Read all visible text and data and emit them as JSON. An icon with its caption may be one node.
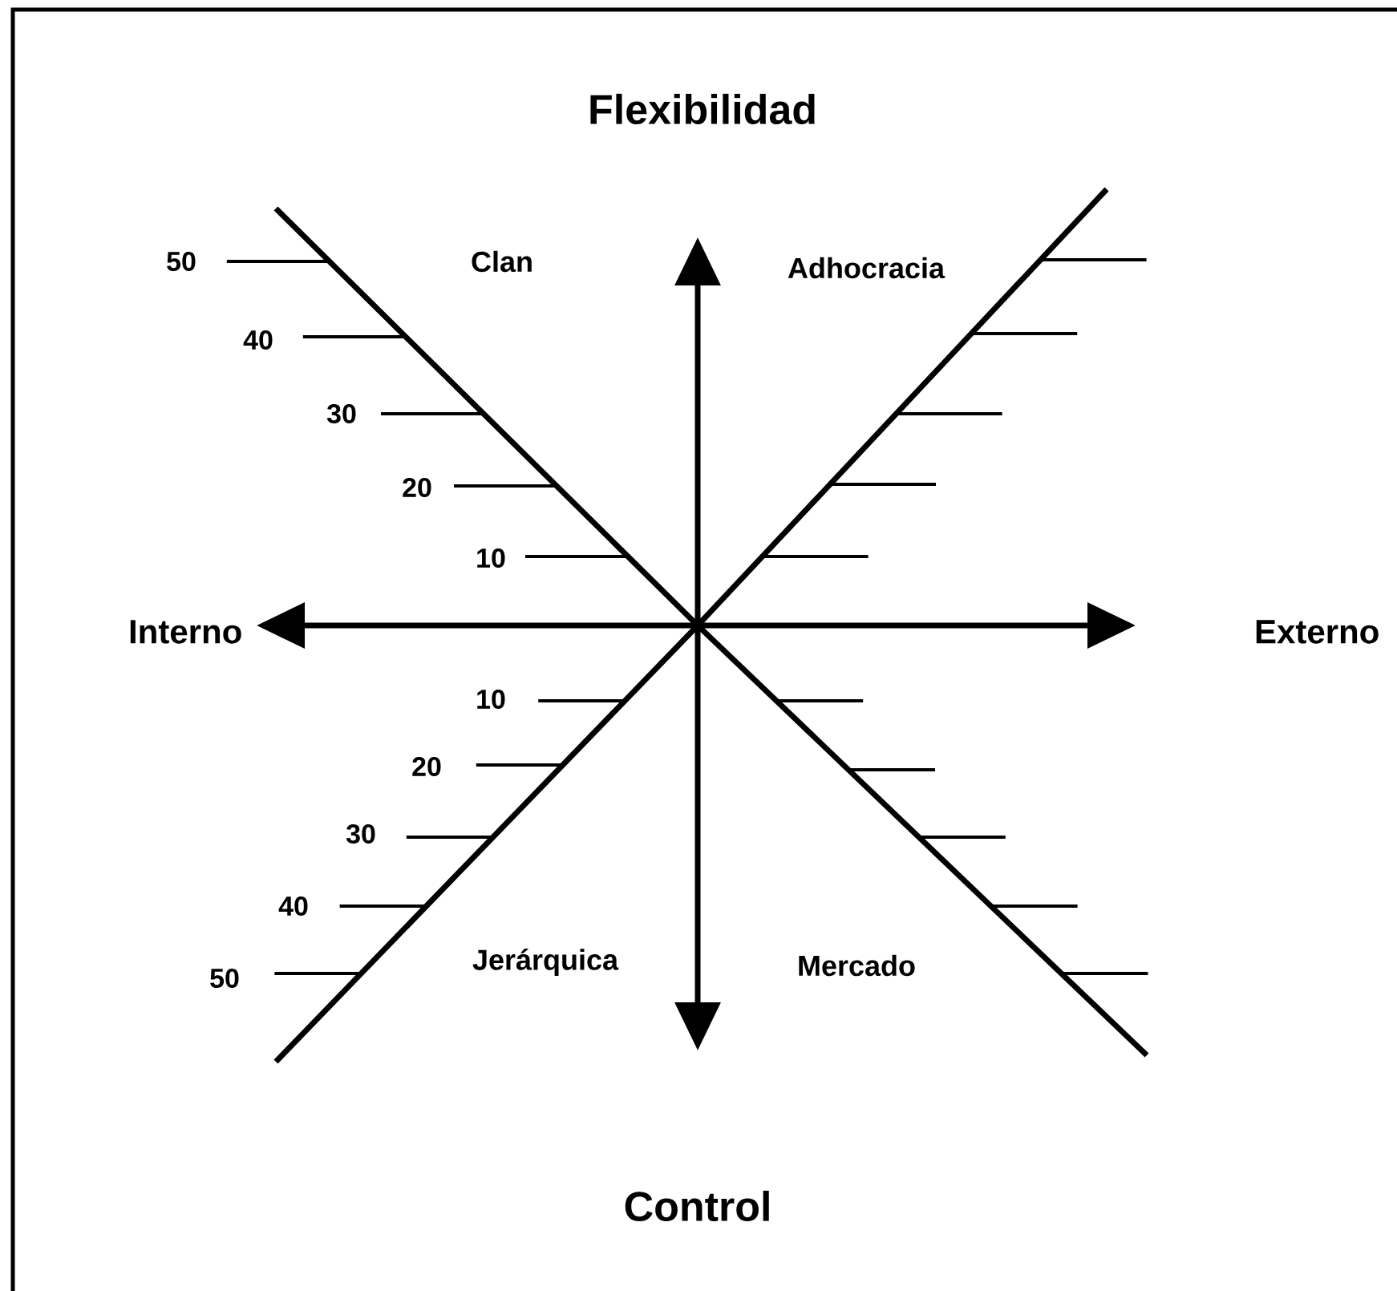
{
  "diagram": {
    "labels": [
      "Flexibilidad",
      "50",
      "Clan",
      "Adhocracia",
      "40",
      "Interno",
      "Externo",
      "30",
      "20",
      "10",
      "10",
      "20",
      "30",
      "40",
      "50",
      "Jerárquica",
      "Mercado",
      "Control"
    ]
  }
}
